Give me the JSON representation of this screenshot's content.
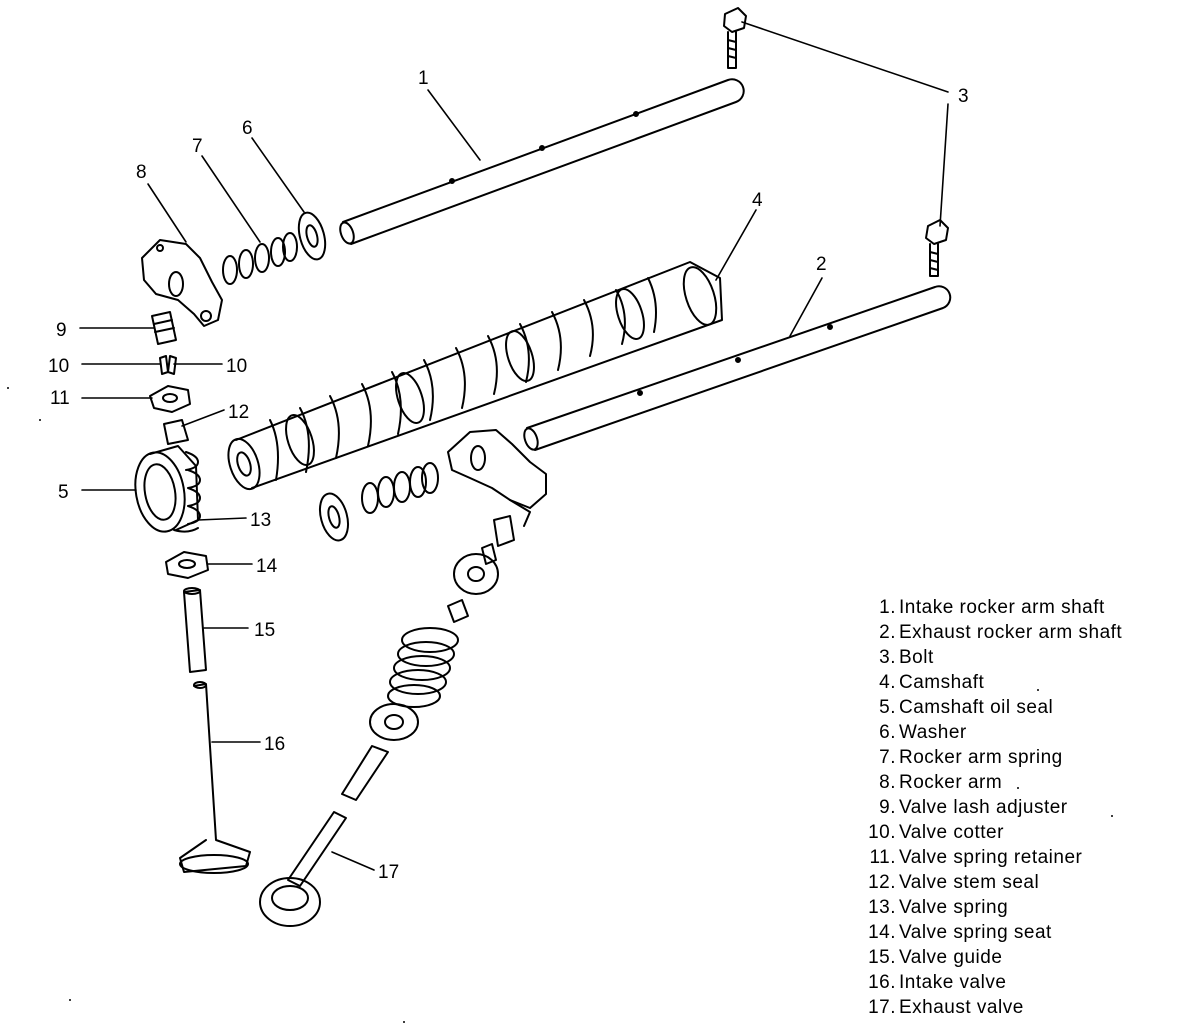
{
  "callouts": [
    {
      "id": "1",
      "label": "1"
    },
    {
      "id": "2",
      "label": "2"
    },
    {
      "id": "3",
      "label": "3"
    },
    {
      "id": "4",
      "label": "4"
    },
    {
      "id": "5",
      "label": "5"
    },
    {
      "id": "6",
      "label": "6"
    },
    {
      "id": "7",
      "label": "7"
    },
    {
      "id": "8",
      "label": "8"
    },
    {
      "id": "9",
      "label": "9"
    },
    {
      "id": "10a",
      "label": "10"
    },
    {
      "id": "10b",
      "label": "10"
    },
    {
      "id": "11",
      "label": "11"
    },
    {
      "id": "12",
      "label": "12"
    },
    {
      "id": "13",
      "label": "13"
    },
    {
      "id": "14",
      "label": "14"
    },
    {
      "id": "15",
      "label": "15"
    },
    {
      "id": "16",
      "label": "16"
    },
    {
      "id": "17",
      "label": "17"
    }
  ],
  "legend": [
    {
      "num": "1.",
      "text": "Intake rocker arm shaft"
    },
    {
      "num": "2.",
      "text": "Exhaust rocker arm shaft"
    },
    {
      "num": "3.",
      "text": "Bolt"
    },
    {
      "num": "4.",
      "text": "Camshaft"
    },
    {
      "num": "5.",
      "text": "Camshaft oil seal"
    },
    {
      "num": "6.",
      "text": "Washer"
    },
    {
      "num": "7.",
      "text": "Rocker arm spring"
    },
    {
      "num": "8.",
      "text": "Rocker arm"
    },
    {
      "num": "9.",
      "text": "Valve lash adjuster"
    },
    {
      "num": "10.",
      "text": "Valve cotter"
    },
    {
      "num": "11.",
      "text": "Valve spring retainer"
    },
    {
      "num": "12.",
      "text": "Valve stem seal"
    },
    {
      "num": "13.",
      "text": "Valve spring"
    },
    {
      "num": "14.",
      "text": "Valve spring seat"
    },
    {
      "num": "15.",
      "text": "Valve guide"
    },
    {
      "num": "16.",
      "text": "Intake valve"
    },
    {
      "num": "17.",
      "text": "Exhaust valve"
    }
  ]
}
